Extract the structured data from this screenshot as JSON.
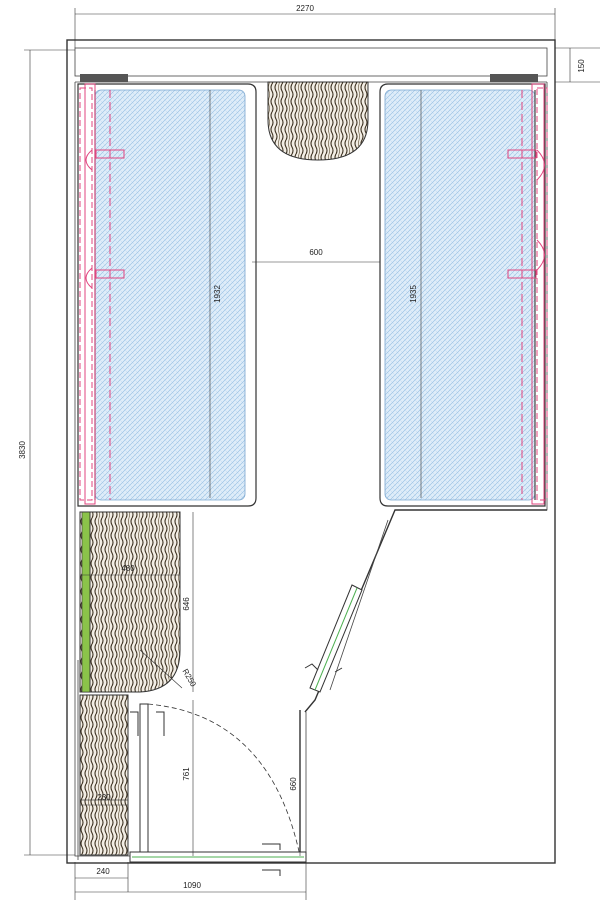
{
  "dimensions": {
    "overall_width": "2270",
    "overall_height": "3830",
    "top_strip": "150",
    "aisle_width": "600",
    "left_bed_length": "1932",
    "right_bed_length": "1935",
    "counter_width": "480",
    "counter_length": "646",
    "corner_radius": "R250",
    "door_opening_depth": "761",
    "door_side_length": "660",
    "shelf_depth": "230",
    "bottom_left_segment": "240",
    "bottom_door_width": "1090"
  },
  "colors": {
    "wall": "#333333",
    "mattress_fill": "#dbe9f7",
    "mattress_hatch": "#8fb8df",
    "bed_frame_pink": "#e0457f",
    "wood": "#3b3020"
  }
}
